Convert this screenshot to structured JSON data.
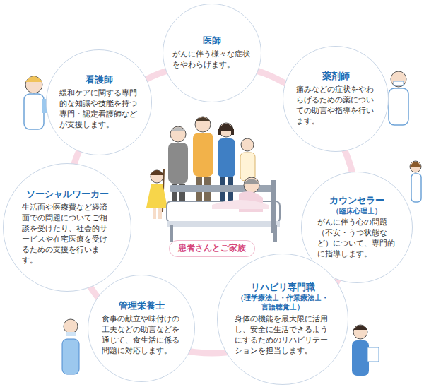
{
  "diagram": {
    "nodes": [
      {
        "text": [
          "医師",
          "がんに伴う様々な症状をやわらげます。"
        ]
      },
      {
        "text": [
          "薬剤師",
          "痛みなどの症状をやわらげるための薬についての助言や指導を行います。"
        ]
      },
      {
        "text": [
          "カウンセラー",
          "（臨床心理士）",
          "がんに伴う心の問題（不安・うつ状態など）について、専門的に指導します。"
        ]
      },
      {
        "text": [
          "リハビリ専門職",
          "（理学療法士・作業療法士・言語聴覚士）",
          "身体の機能を最大限に活用し、安全に生活できるようにするためのリハビリテーションを担当します。"
        ]
      },
      {
        "text": [
          "管理栄養士",
          "食事の献立や味付けの工夫などの助言などを通じて、食生活に係る問題に対応します。"
        ]
      },
      {
        "text": [
          "ソーシャルワーカー",
          "生活面や医療費など経済面での問題についてご相談を受けたり、社会的サービスや在宅医療を受けるための支援を行います。"
        ]
      },
      {
        "text": [
          "看護師",
          "緩和ケアに関する専門的な知識や技能を持つ専門・認定看護師などが支援します。"
        ]
      },
      {
        "text": [
          "患者さんとご家族"
        ]
      }
    ]
  }
}
